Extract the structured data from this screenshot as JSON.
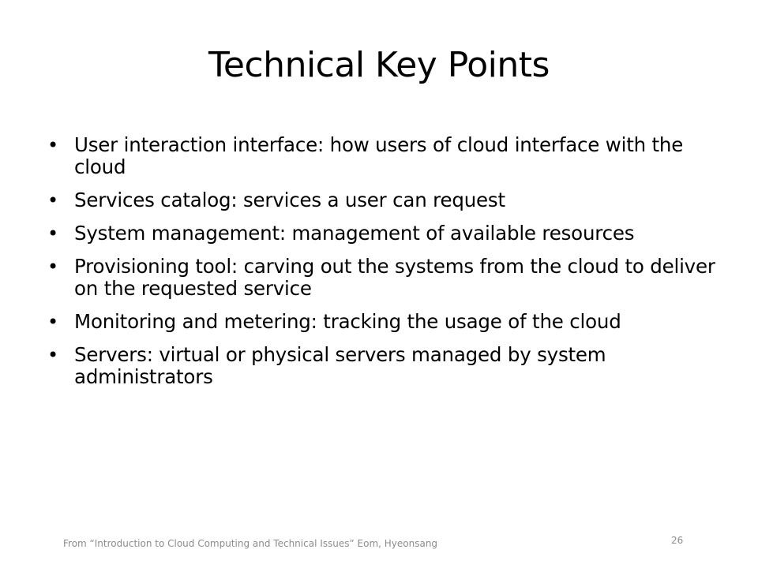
{
  "slide": {
    "title": "Technical Key Points",
    "bullet_symbol": "•",
    "bullets": [
      "User interaction interface: how users of cloud interface with the cloud",
      "Services catalog: services a user can request",
      "System management: management of available resources",
      "Provisioning tool: carving out the systems from the cloud to deliver on the requested service",
      "Monitoring and metering: tracking the usage of the cloud",
      "Servers: virtual or physical servers managed by system administrators"
    ],
    "footer_source": "From “Introduction to Cloud Computing and Technical Issues”  Eom, Hyeonsang",
    "page_number": "26"
  }
}
